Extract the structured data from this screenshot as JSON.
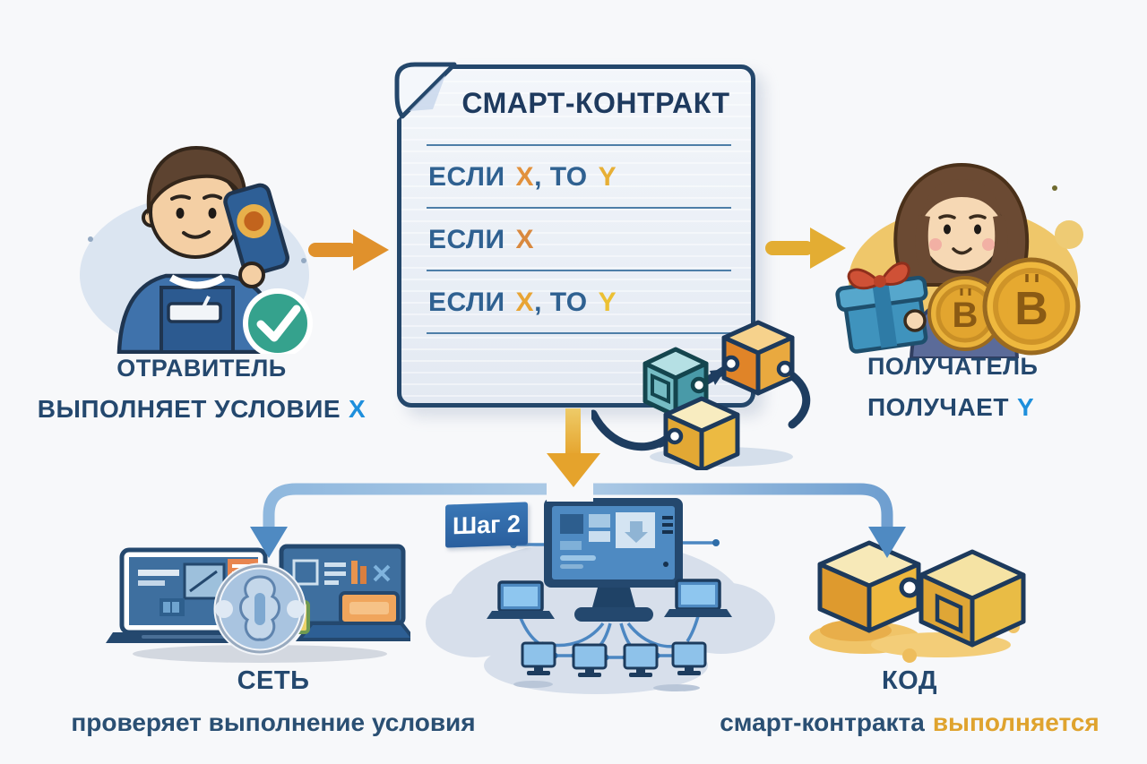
{
  "contract": {
    "title": "СМАРТ-КОНТРАКТ",
    "rows": [
      {
        "kw1": "ЕСЛИ",
        "x": "X",
        "kw2": ", ТО",
        "y": "Y"
      },
      {
        "kw1": "ЕСЛИ",
        "x": "X"
      },
      {
        "kw1": "ЕСЛИ",
        "x": "X",
        "kw2": ", ТО",
        "y": "Y"
      }
    ]
  },
  "sender": {
    "title": "ОТРАВИТЕЛЬ",
    "subtitle": "ВЫПОЛНЯЕТ УСЛОВИЕ",
    "condition": "X"
  },
  "recipient": {
    "title": "ПОЛУЧАТЕЛЬ",
    "subtitle": "ПОЛУЧАЕТ",
    "condition": "Y"
  },
  "step_badge": {
    "label": "Шаг 2"
  },
  "network": {
    "title": "СЕТЬ",
    "subtitle": "проверяет выполнение условия"
  },
  "code": {
    "title": "КОД",
    "subtitle": "смарт-контракта",
    "subtitle_highlight": "выполняется"
  },
  "icons": {
    "bitcoin_symbol": "B",
    "check_badge": "✓"
  },
  "colors": {
    "navy_text": "#24486e",
    "steel_blue_text": "#2f6191",
    "bright_blue_accent": "#1e8fdc",
    "orange_accent": "#e0912c",
    "gold_accent": "#e3ad33",
    "gold_highlight": "#dfa32e",
    "arrow_blue": "#5f94c9",
    "paper": "#eef2f7",
    "badge_blue": "#2e6baa"
  }
}
